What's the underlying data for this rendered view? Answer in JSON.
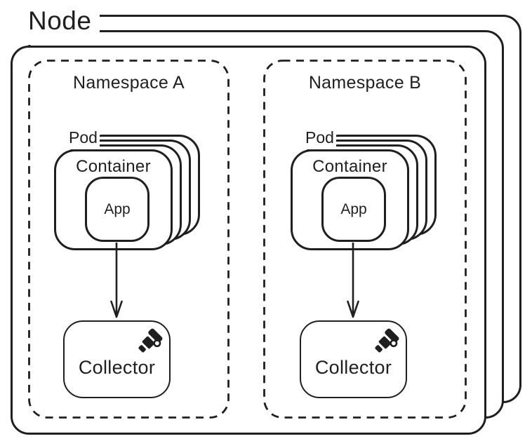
{
  "diagram": {
    "node": {
      "label": "Node",
      "stack_count": 3
    },
    "namespaces": [
      {
        "label": "Namespace A",
        "pod": {
          "label": "Pod",
          "stack_count": 4
        },
        "container": {
          "label": "Container"
        },
        "app": {
          "label": "App"
        },
        "collector": {
          "label": "Collector",
          "icon": "telescope-icon"
        }
      },
      {
        "label": "Namespace B",
        "pod": {
          "label": "Pod",
          "stack_count": 4
        },
        "container": {
          "label": "Container"
        },
        "app": {
          "label": "App"
        },
        "collector": {
          "label": "Collector",
          "icon": "telescope-icon"
        }
      }
    ],
    "connections": [
      {
        "from": "App",
        "to": "Collector",
        "namespace": "Namespace A"
      },
      {
        "from": "App",
        "to": "Collector",
        "namespace": "Namespace B"
      }
    ],
    "colors": {
      "stroke": "#1f1f1f",
      "background": "#ffffff"
    }
  }
}
